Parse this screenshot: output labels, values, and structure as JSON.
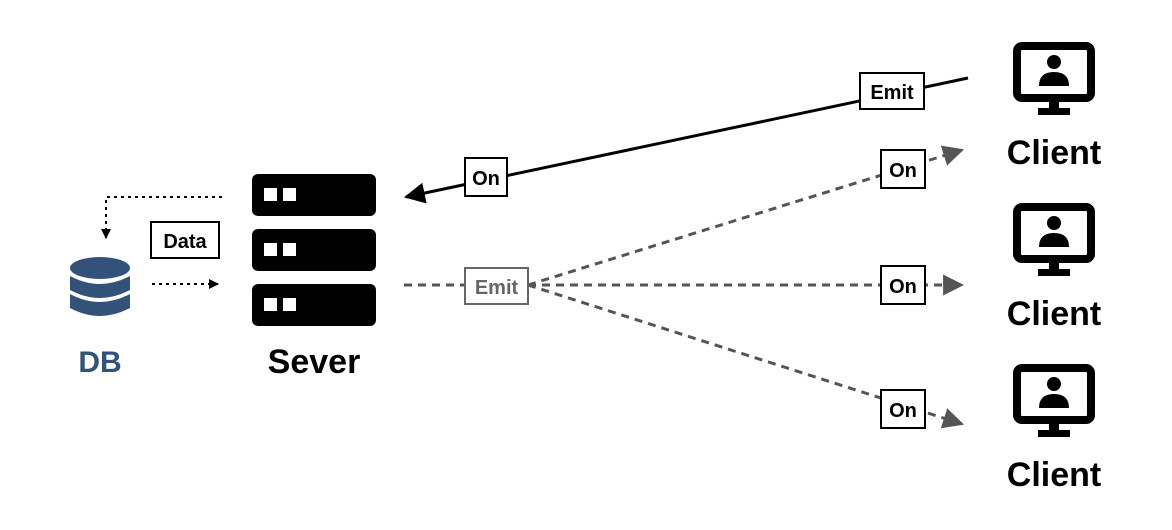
{
  "db": {
    "label": "DB",
    "color": "#33527a"
  },
  "server": {
    "label": "Sever"
  },
  "clients": [
    {
      "label": "Client"
    },
    {
      "label": "Client"
    },
    {
      "label": "Client"
    }
  ],
  "edges": {
    "db_data": "Data",
    "client_emit": "Emit",
    "server_on": "On",
    "server_emit": "Emit",
    "client_on": [
      "On",
      "On",
      "On"
    ]
  },
  "colors": {
    "ink": "#000000",
    "dashed": "#555555",
    "muted_text": "#666666",
    "db": "#33527a"
  },
  "icons": {
    "db": "database-icon",
    "server": "server-rack-icon",
    "client": "monitor-user-icon"
  }
}
